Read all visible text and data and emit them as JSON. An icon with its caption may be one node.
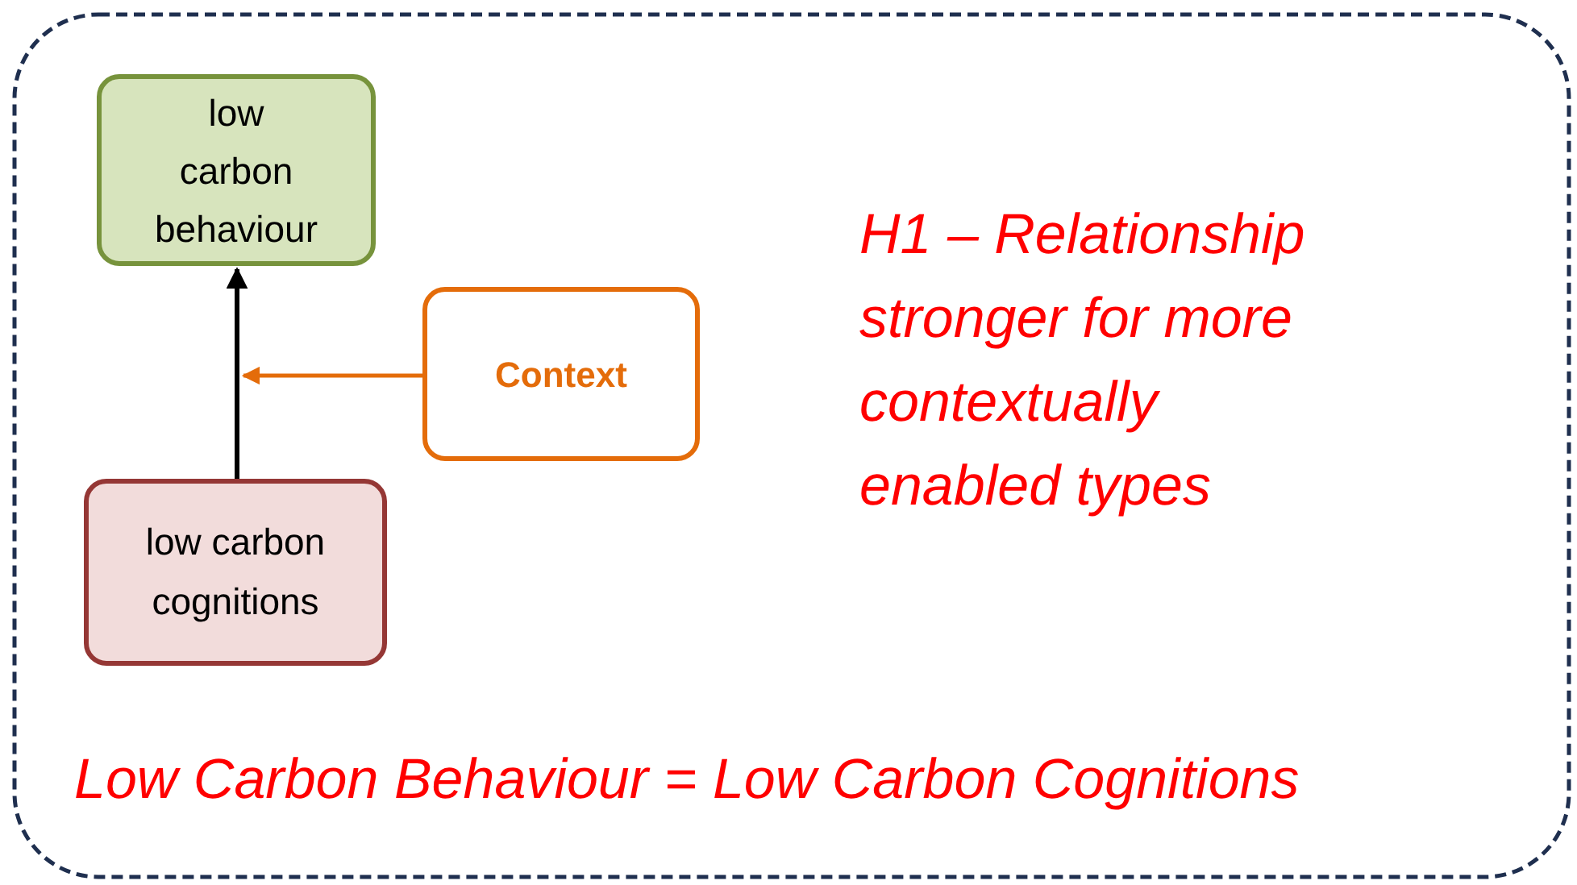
{
  "diagram": {
    "nodes": [
      {
        "text": [
          "low carbon behaviour"
        ]
      },
      {
        "text": [
          "Context"
        ]
      },
      {
        "text": [
          "low carbon cognitions"
        ]
      }
    ],
    "edges": [
      {
        "from": 2,
        "to": 0,
        "arrow": "to"
      },
      {
        "from": 1,
        "to": null,
        "arrow": "to",
        "color": "#e46c0a"
      }
    ],
    "labels": [
      "H1 – Relationship stronger for more contextually enabled types",
      "Low Carbon Behaviour = Low Carbon Cognitions"
    ]
  }
}
